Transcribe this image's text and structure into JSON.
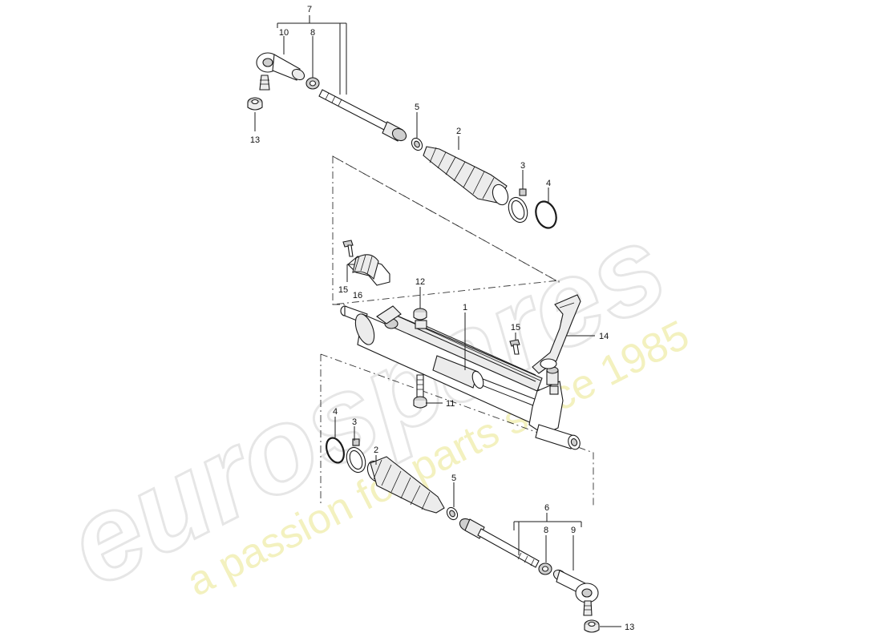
{
  "watermark": {
    "brand": "eurospares",
    "tagline": "a passion for parts since 1985"
  },
  "callouts": {
    "c1": "1",
    "c2_top": "2",
    "c2_bottom": "2",
    "c3_top": "3",
    "c3_bottom": "3",
    "c4_top": "4",
    "c4_bottom": "4",
    "c5_top": "5",
    "c5_bottom": "5",
    "c6": "6",
    "c7": "7",
    "c8_top": "8",
    "c8_bottom": "8",
    "c9": "9",
    "c10": "10",
    "c11": "11",
    "c12": "12",
    "c13_top": "13",
    "c13_bottom": "13",
    "c14": "14",
    "c15_left": "15",
    "c15_right": "15",
    "c16": "16"
  }
}
